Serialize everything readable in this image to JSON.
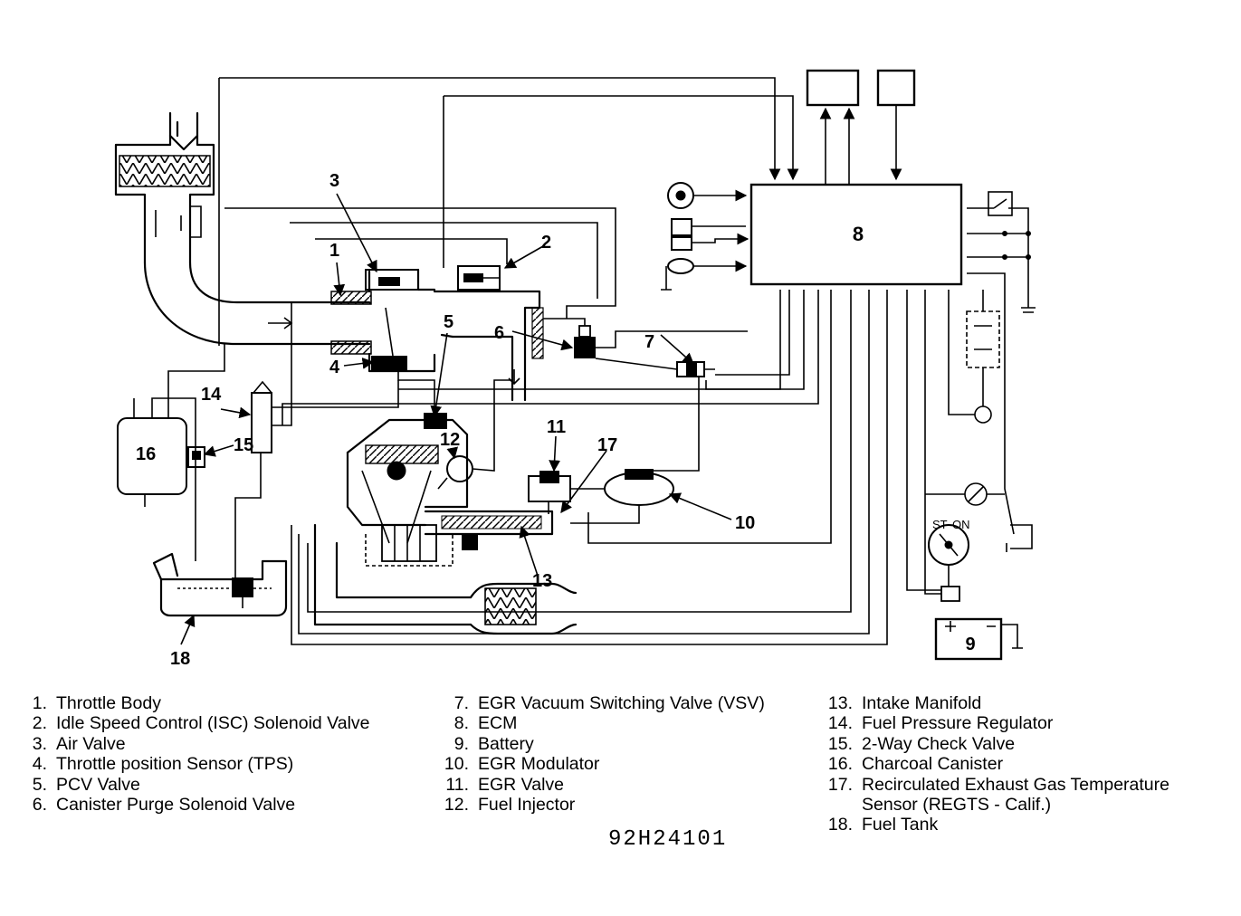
{
  "callouts": {
    "c1": "1",
    "c2": "2",
    "c3": "3",
    "c4": "4",
    "c5": "5",
    "c6": "6",
    "c7": "7",
    "c8": "8",
    "c9": "9",
    "c10": "10",
    "c11": "11",
    "c12": "12",
    "c13": "13",
    "c14": "14",
    "c15": "15",
    "c16": "16",
    "c17": "17",
    "c18": "18"
  },
  "switch_labels": {
    "start": "ST",
    "on": "ON"
  },
  "legend": {
    "col1": [
      {
        "num": "1.",
        "text": "Throttle Body"
      },
      {
        "num": "2.",
        "text": "Idle Speed Control (ISC) Solenoid Valve"
      },
      {
        "num": "3.",
        "text": "Air Valve"
      },
      {
        "num": "4.",
        "text": "Throttle position Sensor (TPS)"
      },
      {
        "num": "5.",
        "text": "PCV Valve"
      },
      {
        "num": "6.",
        "text": "Canister Purge Solenoid Valve"
      }
    ],
    "col2": [
      {
        "num": "7.",
        "text": "EGR Vacuum Switching Valve (VSV)"
      },
      {
        "num": "8.",
        "text": "ECM"
      },
      {
        "num": "9.",
        "text": "Battery"
      },
      {
        "num": "10.",
        "text": "EGR Modulator"
      },
      {
        "num": "11.",
        "text": "EGR Valve"
      },
      {
        "num": "12.",
        "text": "Fuel Injector"
      }
    ],
    "col3": [
      {
        "num": "13.",
        "text": "Intake Manifold"
      },
      {
        "num": "14.",
        "text": "Fuel Pressure Regulator"
      },
      {
        "num": "15.",
        "text": "2-Way Check Valve"
      },
      {
        "num": "16.",
        "text": "Charcoal Canister"
      },
      {
        "num": "17.",
        "text": "Recirculated Exhaust Gas Temperature"
      },
      {
        "num": "",
        "text": "Sensor (REGTS  -  Calif.)"
      },
      {
        "num": "18.",
        "text": "Fuel Tank"
      }
    ]
  },
  "reference_code": "92H24101"
}
